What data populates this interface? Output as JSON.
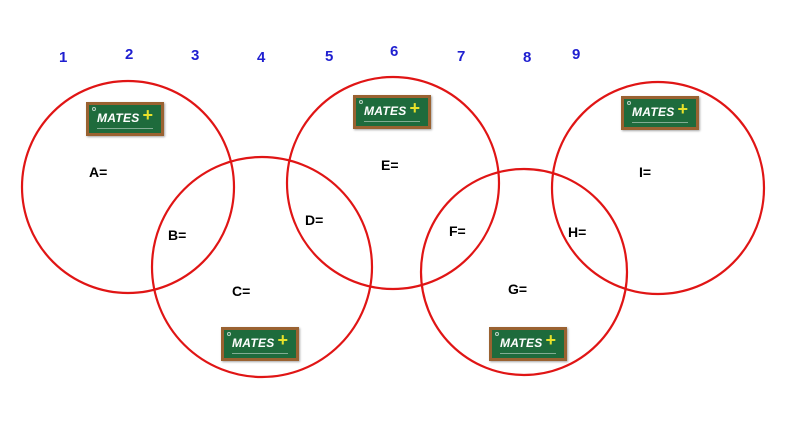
{
  "numbers": [
    "1",
    "2",
    "3",
    "4",
    "5",
    "6",
    "7",
    "8",
    "9"
  ],
  "labels": {
    "A": "A=",
    "B": "B=",
    "C": "C=",
    "D": "D=",
    "E": "E=",
    "F": "F=",
    "G": "G=",
    "H": "H=",
    "I": "I="
  },
  "logo": {
    "word": "MATES",
    "plus": "+"
  },
  "colors": {
    "circle": "#e01515",
    "number": "#1f1fd0",
    "label": "#000000",
    "logo_bg": "#1e6b3c",
    "logo_frame": "#9a6231",
    "logo_plus": "#e8e22a"
  }
}
